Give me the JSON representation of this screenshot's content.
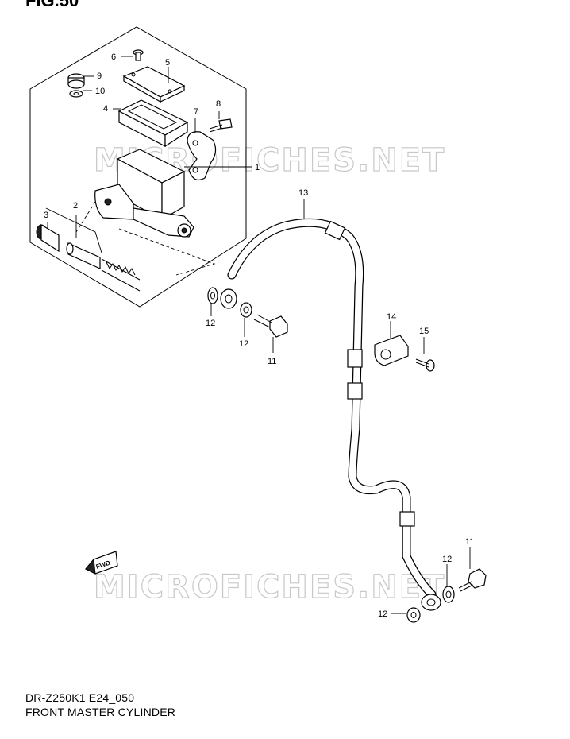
{
  "figure_title": "FIG.50",
  "watermark": "MICROFICHES.NET",
  "fwd_label": "FWD",
  "caption": {
    "model_code": "DR-Z250K1 E24_050",
    "title": "FRONT MASTER CYLINDER"
  },
  "callouts": {
    "c1": "1",
    "c2": "2",
    "c3": "3",
    "c4": "4",
    "c5": "5",
    "c6": "6",
    "c7": "7",
    "c8": "8",
    "c9": "9",
    "c10": "10",
    "c11a": "11",
    "c11b": "11",
    "c12a": "12",
    "c12b": "12",
    "c12c": "12",
    "c12d": "12",
    "c13": "13",
    "c14": "14",
    "c15": "15"
  }
}
